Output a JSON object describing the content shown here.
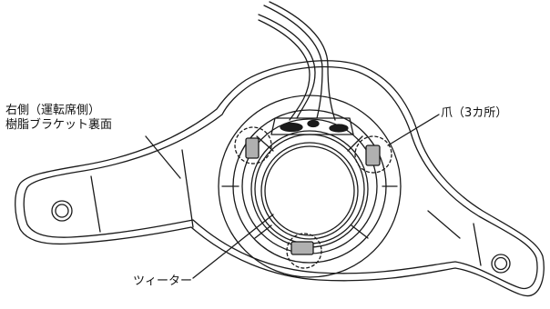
{
  "labels": {
    "bracket_line1": "右側（運転席側）",
    "bracket_line2": "樹脂ブラケット裏面",
    "claw": "爪（3カ所）",
    "tweeter": "ツィーター"
  },
  "colors": {
    "line": "#1a1a1a",
    "claw_fill": "#b0b0b0",
    "background": "#ffffff"
  }
}
